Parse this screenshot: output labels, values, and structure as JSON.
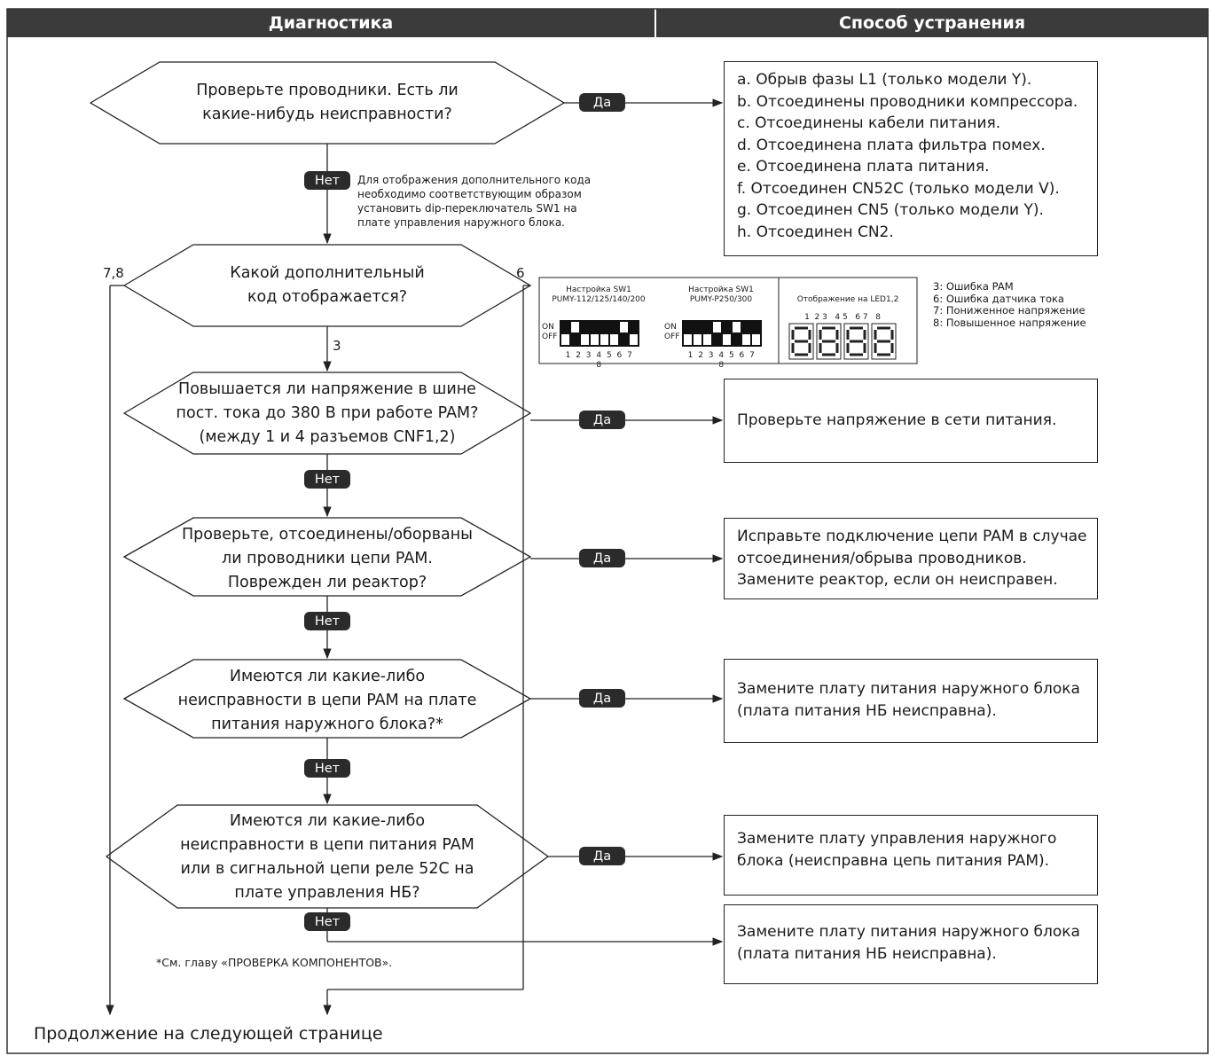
{
  "header": {
    "diagnostics": "Диагностика",
    "remedy": "Способ устранения"
  },
  "decisions": [
    "Проверьте проводники. Есть ли\nкакие-нибудь неисправности?",
    "Какой дополнительный\nкод отображается?",
    "Повышается ли напряжение в шине\nпост. тока до 380 В при работе PAM?\n(между 1 и 4 разъемов CNF1,2)",
    "Проверьте, отсоединены/оборваны\nли проводники цепи PAM.\nПоврежден ли реактор?",
    "Имеются ли какие-либо\nнеисправности в цепи PAM на плате\nпитания наружного блока?*",
    "Имеются ли какие-либо\nнеисправности в цепи питания PAM\nили в сигнальной цепи реле 52C на\nплате управления НБ?"
  ],
  "remedies": [
    "a. Обрыв фазы L1 (только модели Y).\nb. Отсоединены проводники компрессора.\nc. Отсоединены кабели питания.\nd. Отсоединена плата фильтра помех.\ne. Отсоединена плата питания.\nf.  Отсоединен CN52C (только модели V).\ng. Отсоединен CN5 (только модели Y).\nh. Отсоединен CN2.",
    "Проверьте напряжение в сети питания.",
    "Исправьте подключение цепи PAM в случае\nотсоединения/обрыва проводников.\nЗамените реактор, если он неисправен.",
    "Замените плату питания наружного блока\n(плата питания НБ неисправна).",
    "Замените плату управления наружного\nблока (неисправна цепь питания PAM).",
    "Замените плату питания наружного блока\n(плата питания НБ неисправна)."
  ],
  "labels": {
    "yes": "Да",
    "no": "Нет"
  },
  "branch_labels": {
    "left": "7,8",
    "right": "6",
    "down": "3"
  },
  "note_dip": "Для отображения дополнительного кода\nнеобходимо соответствующим образом\nустановить dip-переключатель SW1 на\nплате управления наружного блока.",
  "dip_panel": {
    "setting1": "Настройка SW1\nPUMY-112/125/140/200",
    "setting2": "Настройка SW1\nPUMY-P250/300",
    "led_title": "Отображение на LED1,2",
    "on": "ON",
    "off": "OFF",
    "switch_numbers": "1 2 3 4 5 6 7 8",
    "led_numbers": "1  2 3   4 5   6 7   8",
    "sw1_up": [
      false,
      true,
      false,
      false,
      false,
      false,
      true,
      false
    ],
    "sw2_up": [
      false,
      false,
      false,
      true,
      false,
      true,
      false,
      false
    ]
  },
  "legend": "3: Ошибка PAM\n6: Ошибка датчика тока\n7: Пониженное напряжение\n8: Повышенное напряжение",
  "footnote": "*См. главу «ПРОВЕРКА КОМПОНЕНТОВ».",
  "continuation": "Продолжение на следующей странице"
}
